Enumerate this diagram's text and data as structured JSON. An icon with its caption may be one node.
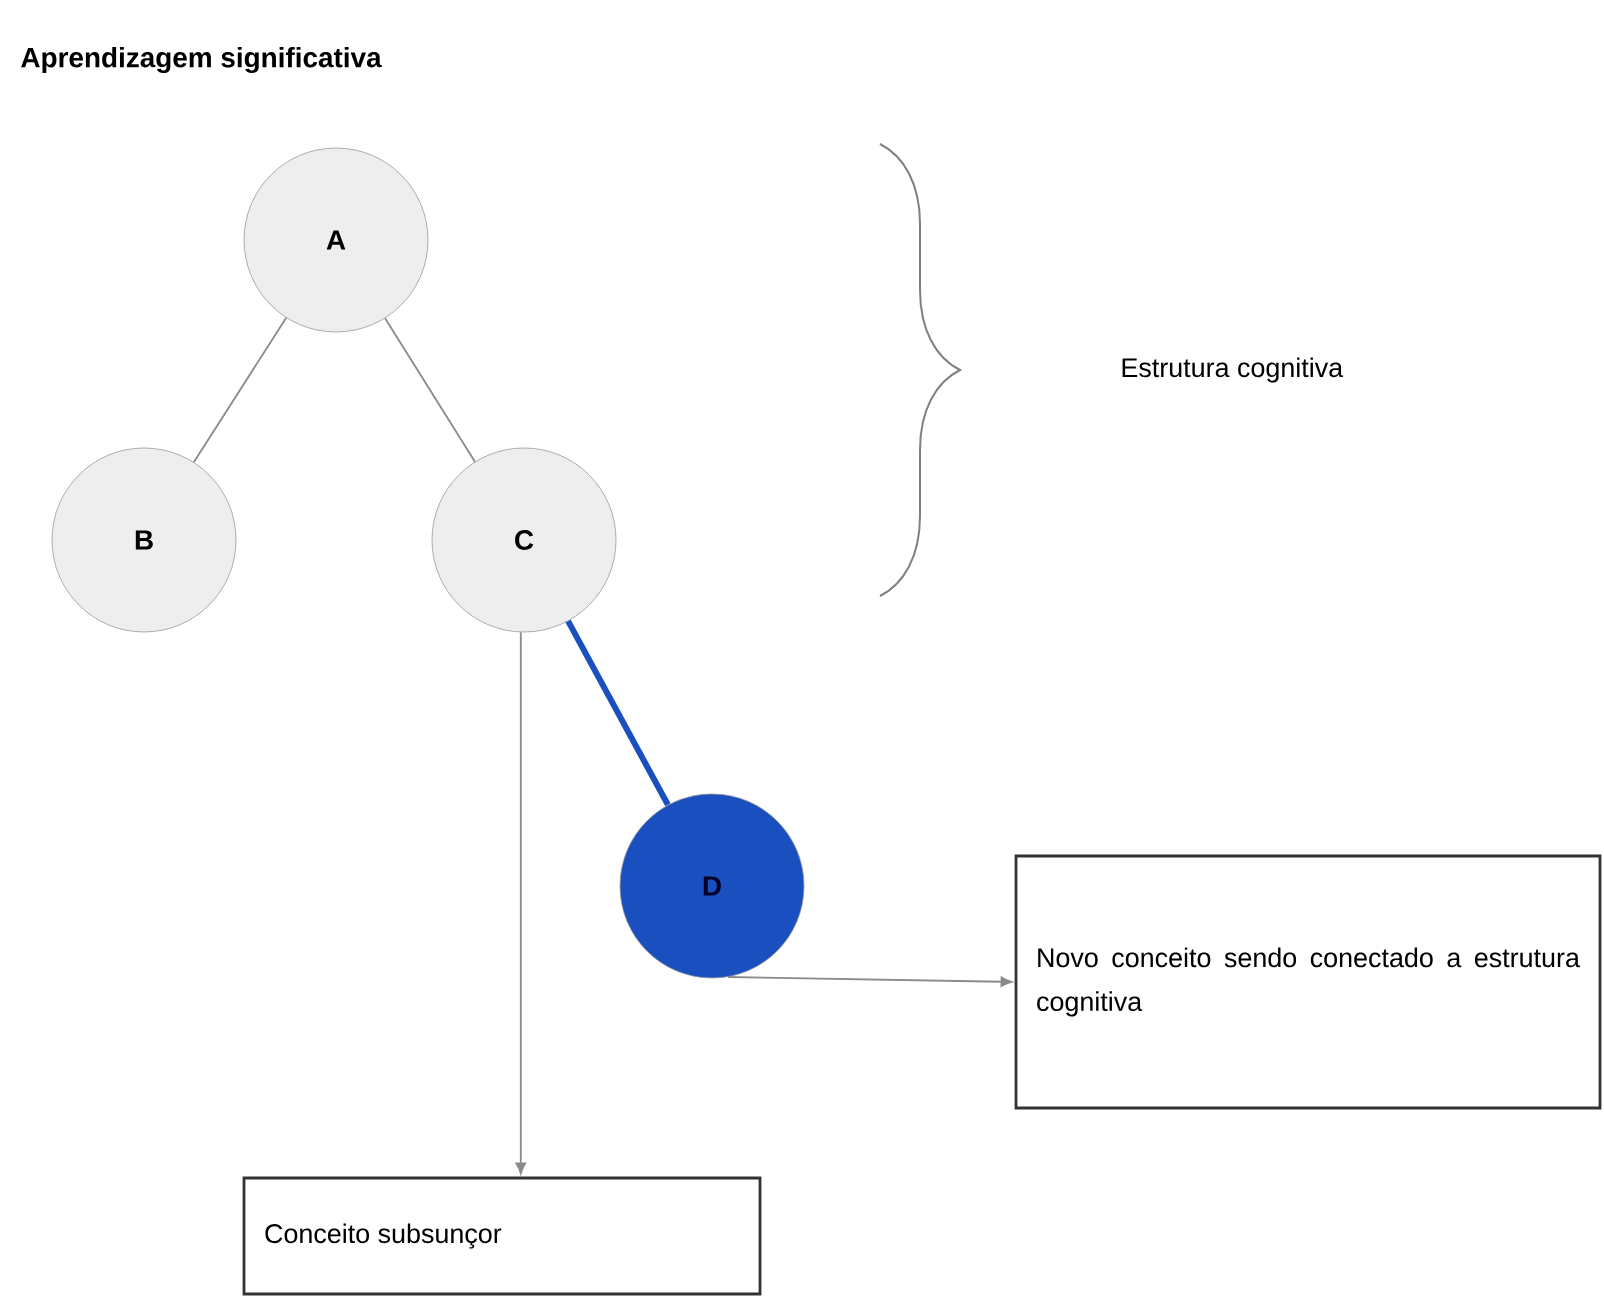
{
  "diagram": {
    "title": "Aprendizagem significativa",
    "nodes": [
      {
        "text": [
          "A"
        ]
      },
      {
        "text": [
          "B"
        ]
      },
      {
        "text": [
          "C"
        ]
      },
      {
        "text": [
          "D"
        ]
      },
      {
        "text": [
          "Novo conceito sendo conectado a estrutura cognitiva"
        ]
      },
      {
        "text": [
          "Conceito subsunçor"
        ]
      }
    ],
    "edges": [
      {
        "from": 0,
        "to": 1,
        "arrow": "none"
      },
      {
        "from": 0,
        "to": 2,
        "arrow": "none"
      },
      {
        "from": 2,
        "to": 3,
        "arrow": "none",
        "style": "thick",
        "color": "#1a4fc0"
      },
      {
        "from": 3,
        "to": 4,
        "arrow": "to"
      },
      {
        "from": 2,
        "to": 5,
        "arrow": "to"
      }
    ],
    "labels": [
      "Estrutura cognitiva"
    ]
  }
}
